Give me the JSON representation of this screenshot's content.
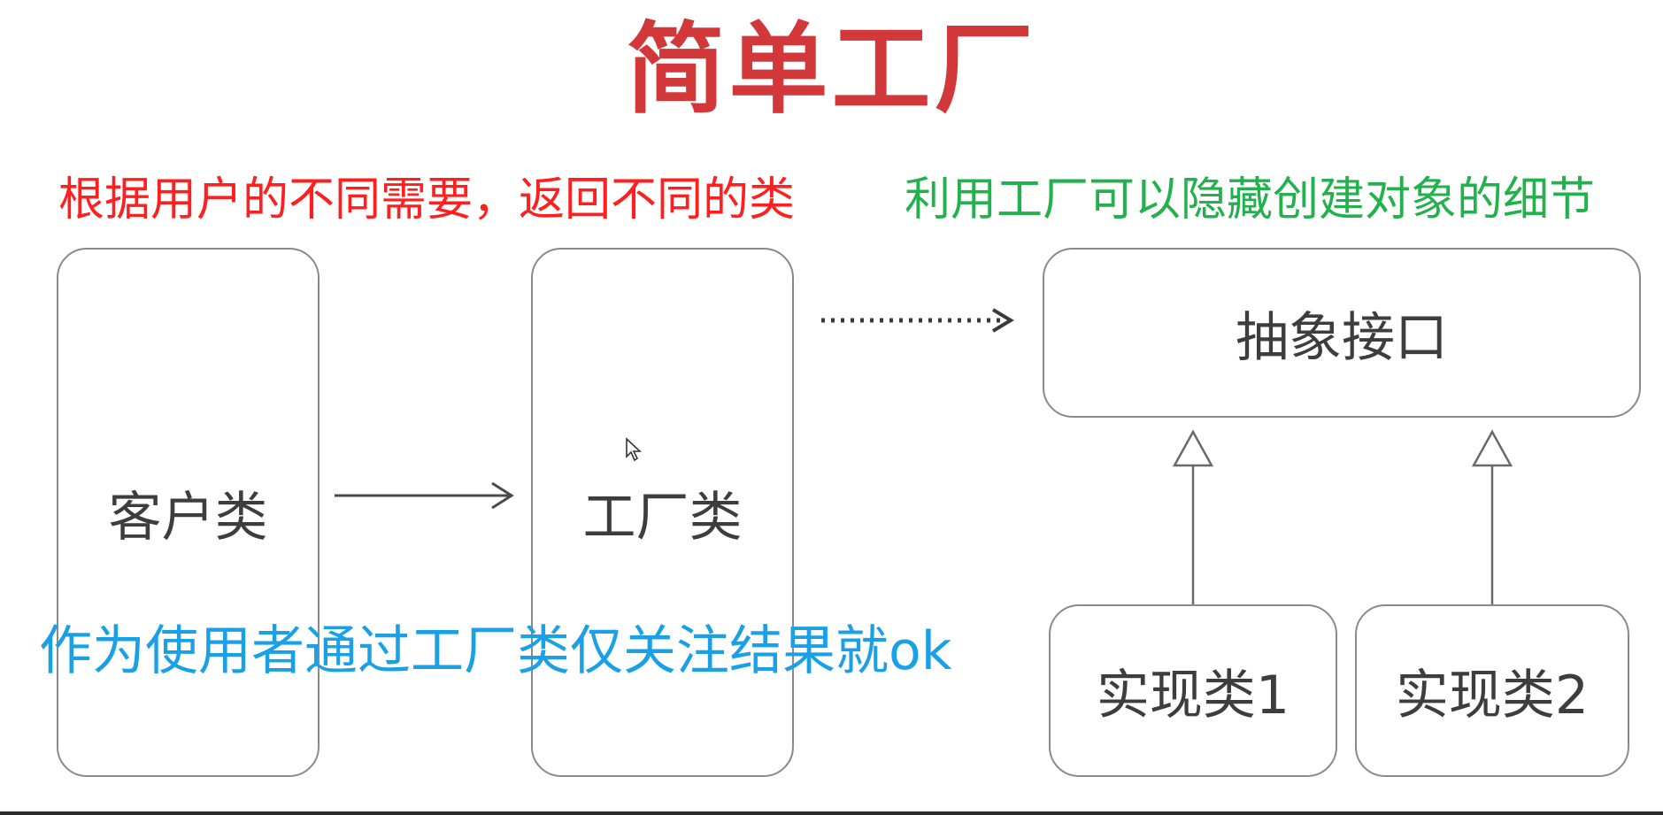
{
  "title": "简单工厂",
  "notes": {
    "red": "根据用户的不同需要，返回不同的类",
    "green": "利用工厂可以隐藏创建对象的细节",
    "blue": "作为使用者通过工厂类仅关注结果就ok"
  },
  "boxes": {
    "client": "客户类",
    "factory": "工厂类",
    "interface": "抽象接口",
    "impl1": "实现类1",
    "impl2": "实现类2"
  },
  "colors": {
    "title": "#d2373a",
    "note_red": "#ff1f1f",
    "note_green": "#22b14c",
    "note_blue": "#1aa0e6",
    "box_border": "#8a8a8a",
    "box_text": "#3d3d3d"
  }
}
